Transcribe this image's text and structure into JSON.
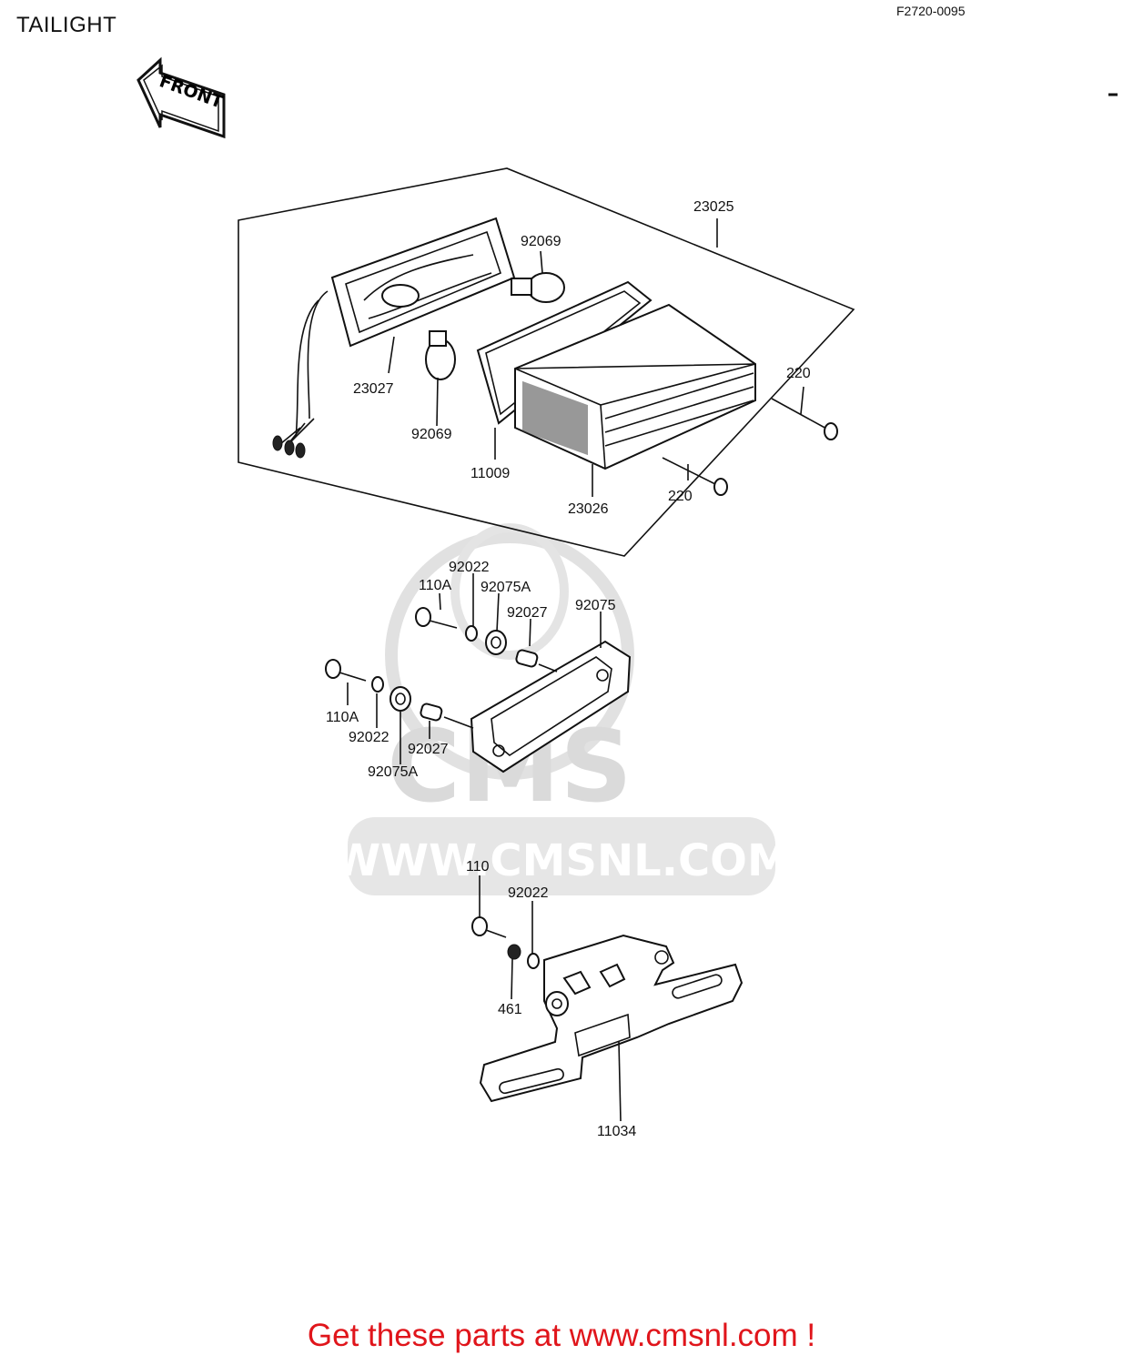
{
  "header": {
    "title": "TAILIGHT",
    "diagram_code": "F2720-0095"
  },
  "front_arrow": {
    "label": "FRONT",
    "icon": "front-arrow-icon"
  },
  "watermark": {
    "brand": "CMS",
    "url": "WWW.CMSNL.COM"
  },
  "callouts": {
    "p23025": "23025",
    "p92069_top": "92069",
    "p23027": "23027",
    "p92069_bottom": "92069",
    "p220_top": "220",
    "p220_bottom": "220",
    "p11009": "11009",
    "p23026": "23026",
    "p92022_top": "92022",
    "p110A_top": "110A",
    "p92075A_top": "92075A",
    "p92027_top": "92027",
    "p92075": "92075",
    "p110A_left": "110A",
    "p92022_left": "92022",
    "p92027_left": "92027",
    "p92075A_left": "92075A",
    "p110": "110",
    "p92022_bracket": "92022",
    "p461": "461",
    "p11034": "11034"
  },
  "footer": {
    "text": "Get these parts at www.cmsnl.com !",
    "color": "#e0151b"
  }
}
